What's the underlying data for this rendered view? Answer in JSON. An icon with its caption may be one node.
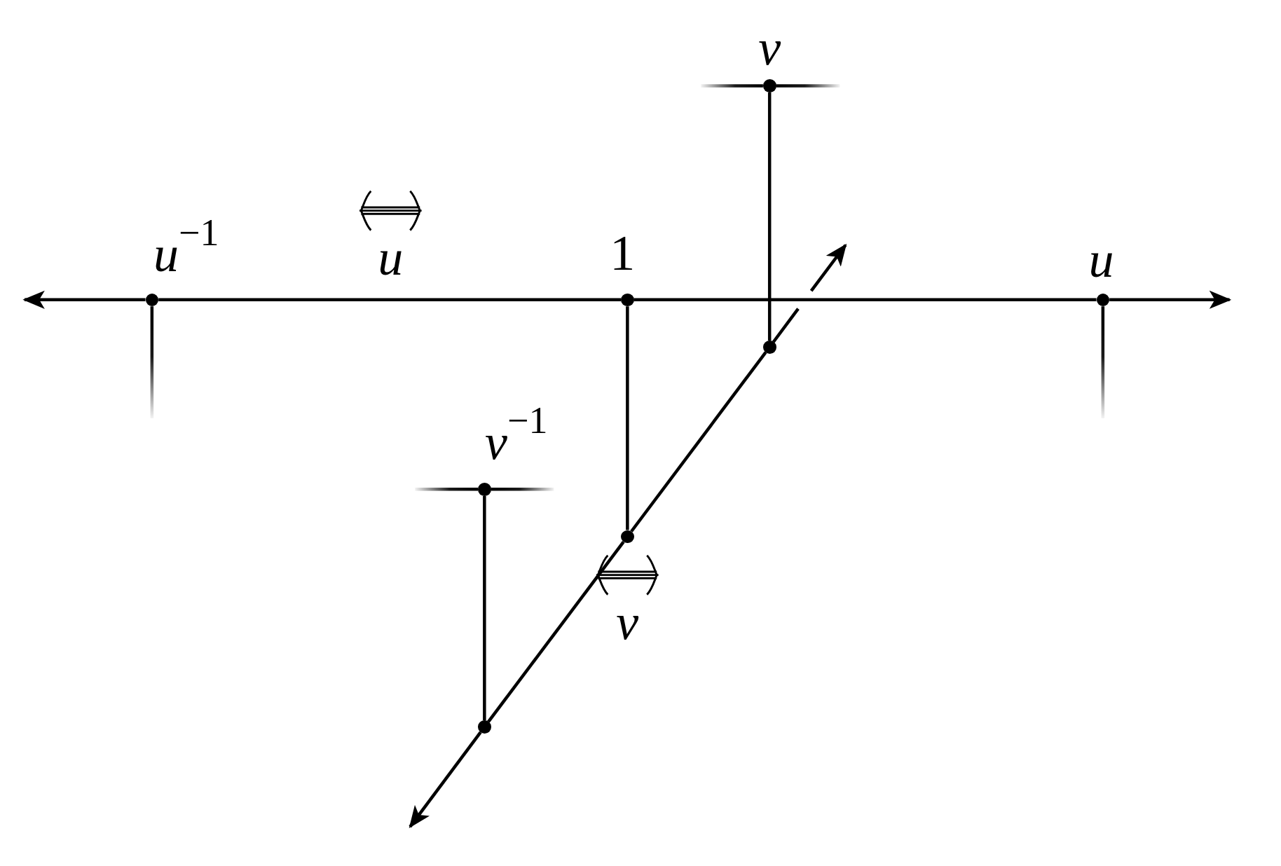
{
  "diagram": {
    "nodes": [
      {
        "text": [],
        "shape": "circle",
        "beside": [
          "v"
        ]
      },
      {
        "text": [],
        "shape": "circle",
        "beside": [
          "*u*$^{−1}$"
        ]
      },
      {
        "text": [],
        "shape": "circle",
        "beside": [
          "1"
        ]
      },
      {
        "text": [],
        "shape": "circle",
        "beside": [
          "u"
        ]
      },
      {
        "text": [],
        "shape": "circle"
      },
      {
        "text": [],
        "shape": "circle",
        "beside": [
          "*v*$^{−1}$"
        ]
      },
      {
        "text": [],
        "shape": "circle"
      },
      {
        "text": [],
        "shape": "circle"
      }
    ],
    "edges": [
      {
        "from": 0,
        "to": null,
        "arrow": "none"
      },
      {
        "from": 0,
        "to": null,
        "arrow": "none"
      },
      {
        "from": 0,
        "to": 4,
        "arrow": "none"
      },
      {
        "from": 1,
        "to": null,
        "arrow": "to"
      },
      {
        "from": 1,
        "to": 2,
        "arrow": "none"
      },
      {
        "from": 2,
        "to": 3,
        "arrow": "none"
      },
      {
        "from": 3,
        "to": null,
        "arrow": "to"
      },
      {
        "from": 1,
        "to": null,
        "arrow": "none"
      },
      {
        "from": 3,
        "to": null,
        "arrow": "none"
      },
      {
        "from": 2,
        "to": 6,
        "arrow": "none"
      },
      {
        "from": 4,
        "to": null,
        "arrow": "to"
      },
      {
        "from": 6,
        "to": 4,
        "arrow": "none"
      },
      {
        "from": 7,
        "to": 6,
        "arrow": "none"
      },
      {
        "from": 7,
        "to": null,
        "arrow": "to"
      },
      {
        "from": 5,
        "to": null,
        "arrow": "none"
      },
      {
        "from": 5,
        "to": null,
        "arrow": "none"
      },
      {
        "from": 5,
        "to": 7,
        "arrow": "none"
      }
    ],
    "labels": [
      "u",
      "v"
    ]
  }
}
